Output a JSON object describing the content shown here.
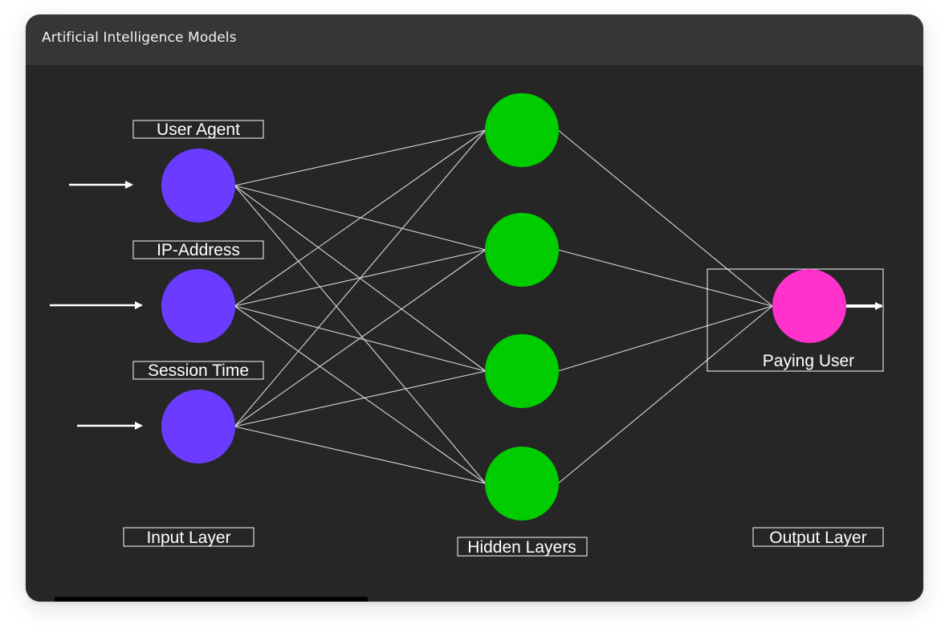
{
  "window": {
    "title": "Artificial Intelligence Models"
  },
  "diagram": {
    "input_nodes": [
      {
        "label": "User Agent"
      },
      {
        "label": "IP-Address"
      },
      {
        "label": "Session Time"
      }
    ],
    "hidden_node_count": 4,
    "output_node": {
      "label": "Paying User"
    },
    "layer_labels": {
      "input": "Input Layer",
      "hidden": "Hidden Layers",
      "output": "Output Layer"
    },
    "colors": {
      "input_node": "#6b3cff",
      "hidden_node": "#00cc00",
      "output_node": "#ff33cc",
      "edge": "#d9d9d9",
      "label_border": "#ffffff",
      "label_text": "#ffffff",
      "background": "#262626",
      "titlebar": "#363636"
    }
  }
}
